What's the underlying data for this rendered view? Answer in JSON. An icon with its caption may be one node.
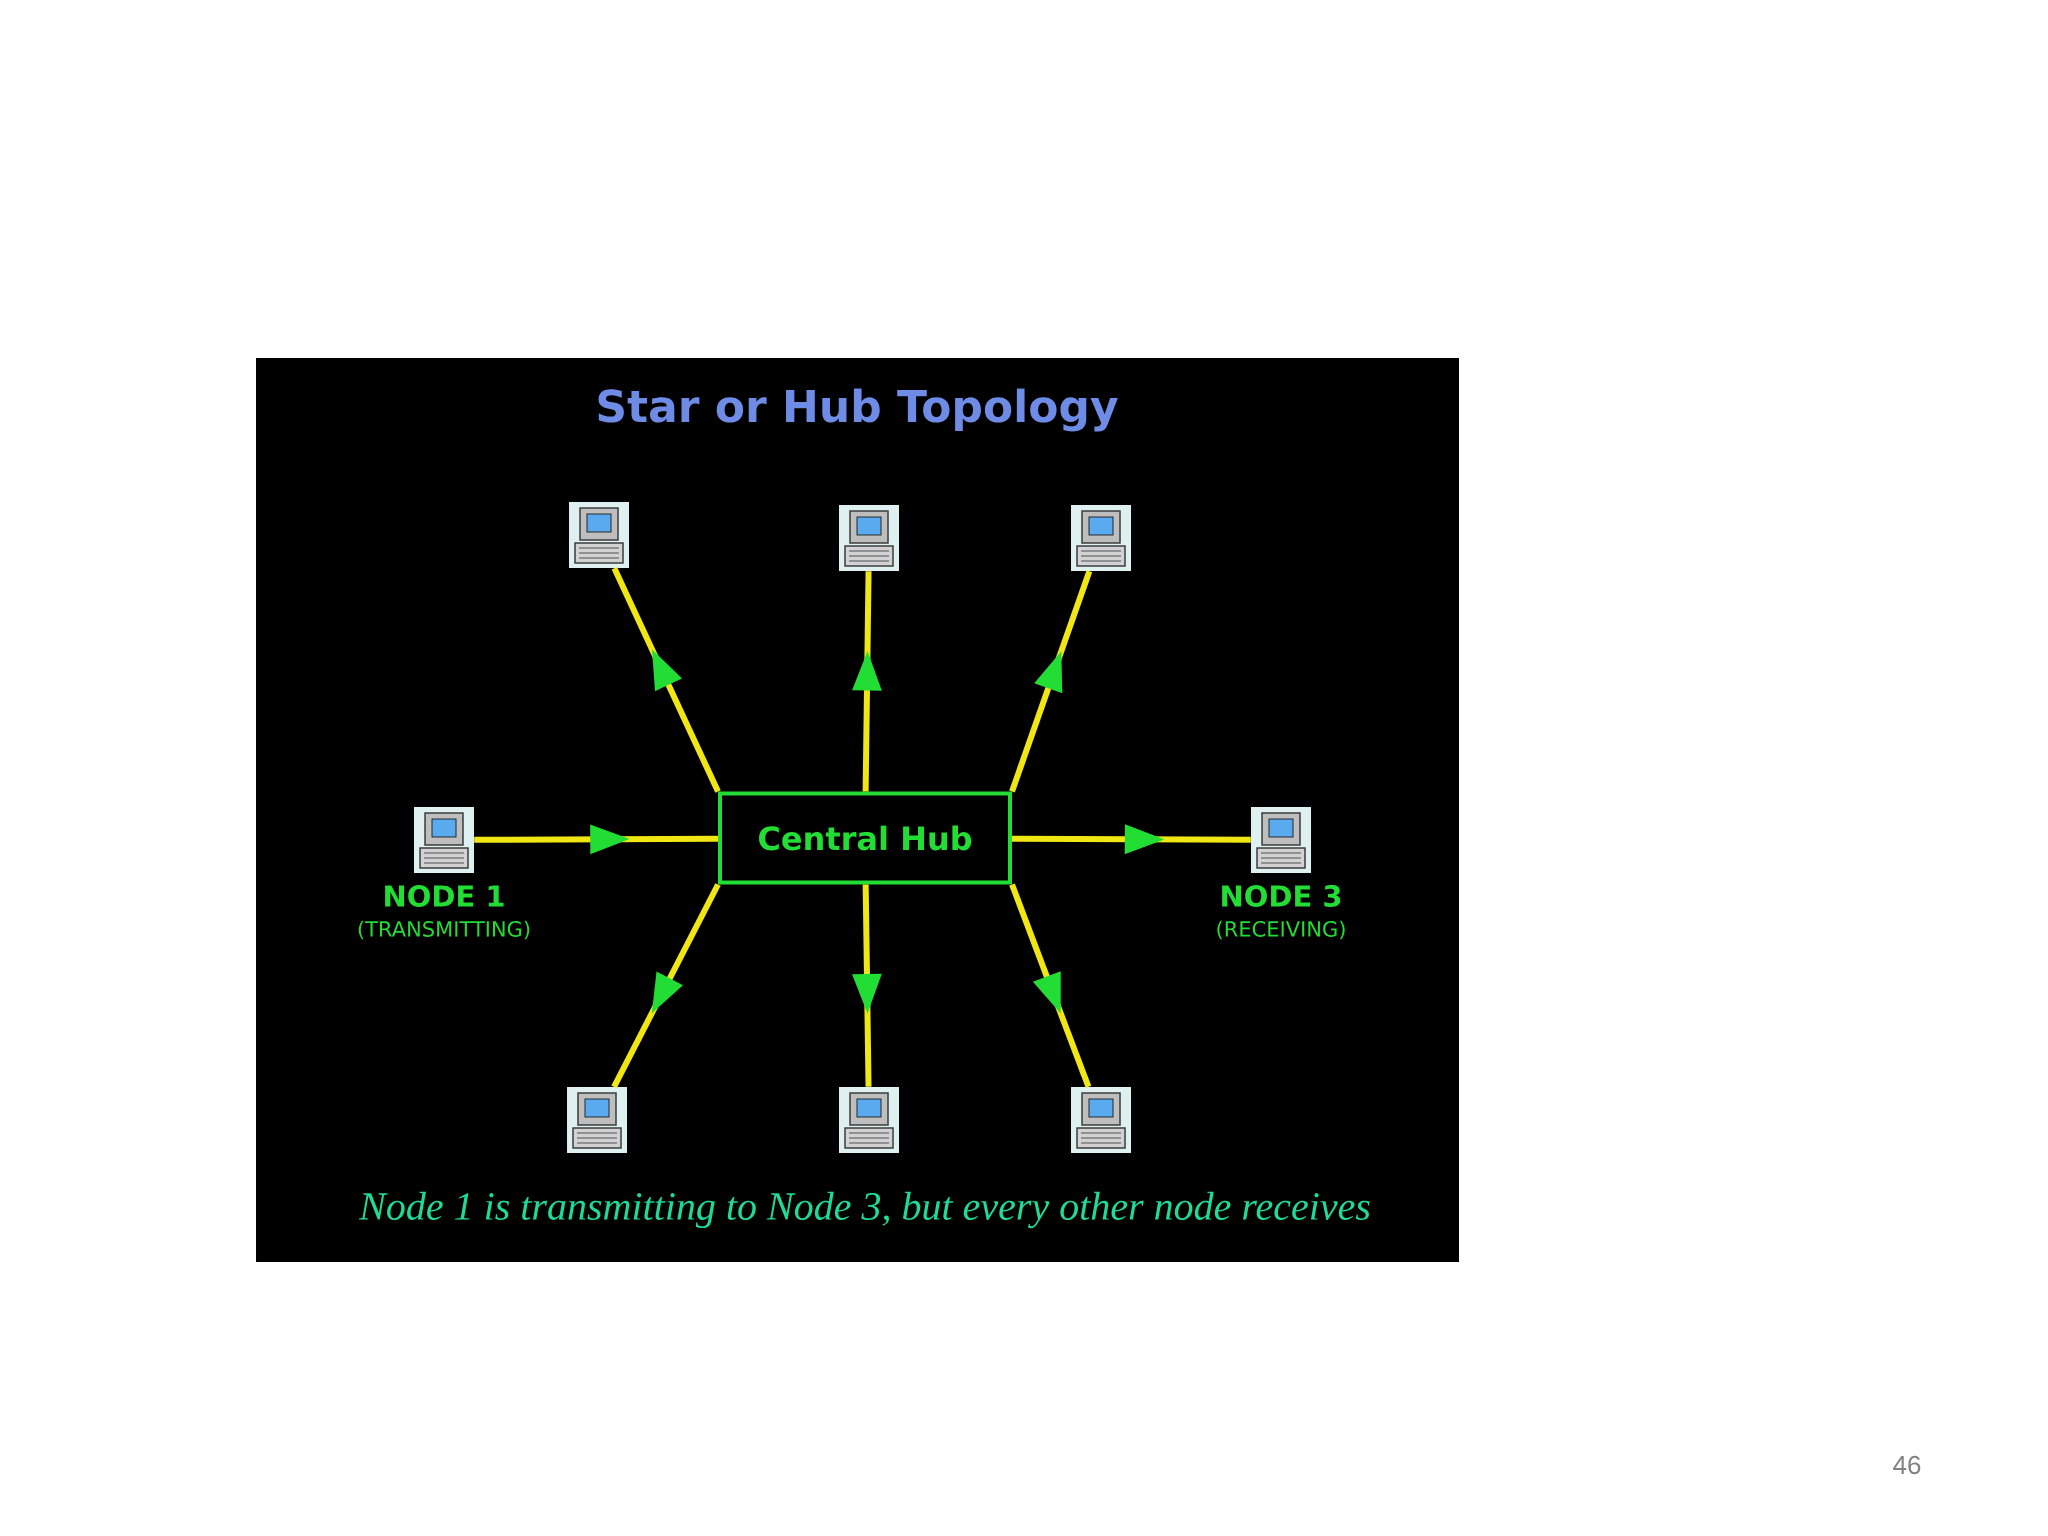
{
  "diagram": {
    "title": "Star or Hub Topology",
    "caption": "Node 1 is transmitting to Node 3, but every other node receives",
    "nodes": [
      {
        "text": [],
        "shape": "computer"
      },
      {
        "text": [],
        "shape": "computer"
      },
      {
        "text": [],
        "shape": "computer"
      },
      {
        "text": [
          "NODE 1",
          "(TRANSMITTING)"
        ]
      },
      {
        "text": [
          "Central Hub"
        ]
      },
      {
        "text": [
          "NODE 3",
          "(RECEIVING)"
        ]
      },
      {
        "text": [],
        "shape": "computer"
      },
      {
        "text": [],
        "shape": "computer"
      },
      {
        "text": [],
        "shape": "computer"
      }
    ],
    "edges": [
      {
        "from": 3,
        "to": 4,
        "arrow": "to"
      },
      {
        "from": 4,
        "to": 0,
        "arrow": "to"
      },
      {
        "from": 4,
        "to": 1,
        "arrow": "to"
      },
      {
        "from": 4,
        "to": 2,
        "arrow": "to"
      },
      {
        "from": 4,
        "to": 5,
        "arrow": "to"
      },
      {
        "from": 4,
        "to": 6,
        "arrow": "to"
      },
      {
        "from": 4,
        "to": 7,
        "arrow": "to"
      },
      {
        "from": 4,
        "to": 8,
        "arrow": "to"
      }
    ],
    "labels": [
      "46"
    ]
  }
}
